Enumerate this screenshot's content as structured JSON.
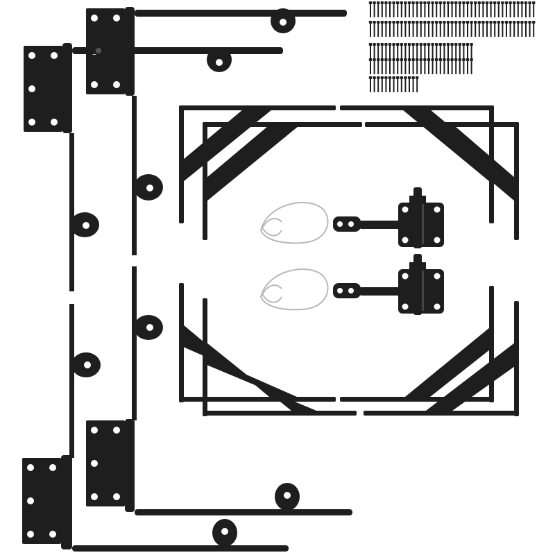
{
  "image": {
    "background_color": "#ffffff",
    "hardware_color": "#1e1e1e",
    "hole_color": "#ffffff",
    "wire_color": "#b8b8b8"
  },
  "components": {
    "long_strap_hinges": 4,
    "corner_braces": 4,
    "gravity_latches": 2,
    "wire_lanyards": 2,
    "screw_rows": 5
  }
}
